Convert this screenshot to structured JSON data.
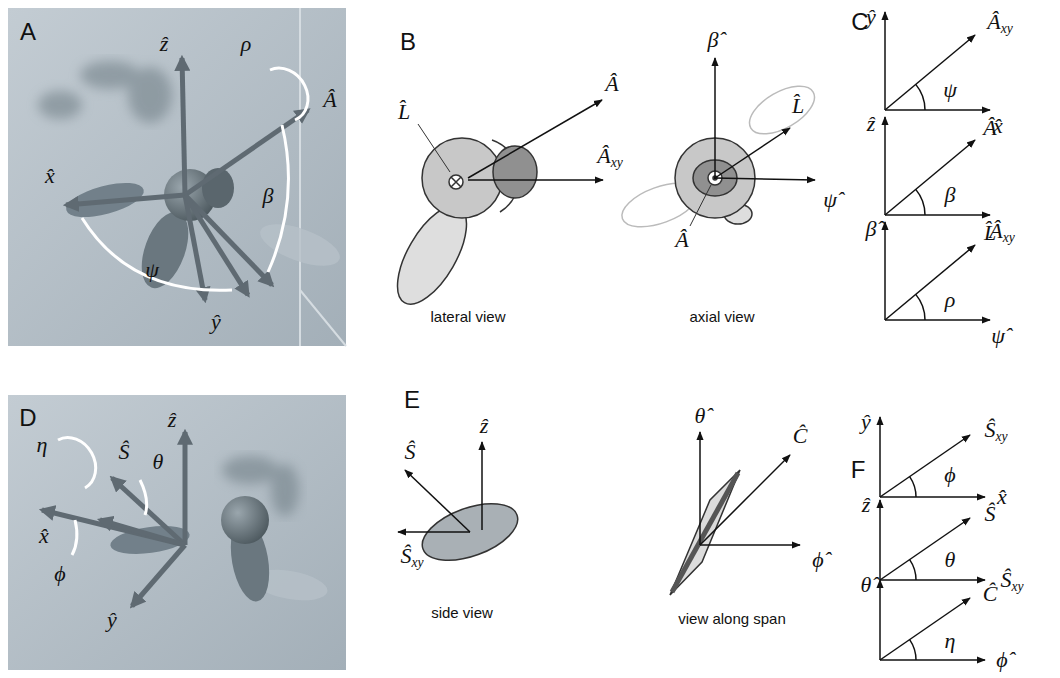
{
  "diagram": {
    "labels": [
      "A",
      "ẑ",
      "ρ",
      "Â",
      "x̂",
      "β",
      "ψ",
      "ŷ",
      "B",
      "L̂",
      "Â",
      "Âxy",
      "lateral view",
      "β̂",
      "L̂",
      "ψ̂",
      "Â",
      "axial view",
      "C",
      "ŷ",
      "Âxy",
      "ψ",
      "x̂",
      "ẑ",
      "Â",
      "β",
      "Âxy",
      "β̂",
      "L̂",
      "ρ",
      "ψ̂",
      "D",
      "ẑ",
      "η",
      "Ŝ",
      "θ",
      "x̂",
      "ϕ",
      "ŷ",
      "E",
      "Ŝ",
      "ẑ",
      "Ŝxy",
      "side view",
      "θ̂",
      "Ĉ",
      "ϕ̂",
      "view along span",
      "F",
      "ŷ",
      "Ŝxy",
      "ϕ",
      "x̂",
      "ẑ",
      "Ŝ",
      "θ",
      "Ŝxy",
      "θ̂",
      "Ĉ",
      "η",
      "ϕ̂"
    ]
  }
}
